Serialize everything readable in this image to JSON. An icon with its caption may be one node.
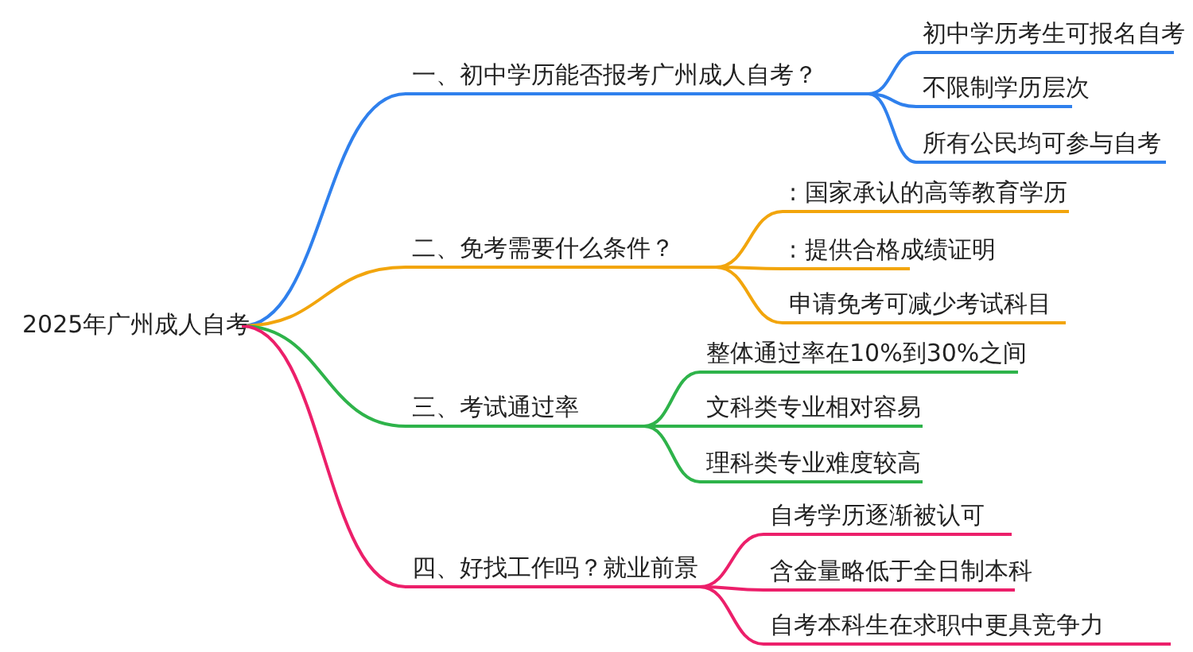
{
  "diagram": {
    "nodes": [
      {
        "text": [
          "2025年广州成人自考"
        ]
      },
      {
        "text": [
          "一、初中学历能否报考广州成人自考？"
        ]
      },
      {
        "text": [
          "初中学历考生可报名自考"
        ]
      },
      {
        "text": [
          "不限制学历层次"
        ]
      },
      {
        "text": [
          "所有公民均可参与自考"
        ]
      },
      {
        "text": [
          "二、免考需要什么条件？"
        ]
      },
      {
        "text": [
          ": 国家承认的高等教育学历"
        ]
      },
      {
        "text": [
          ": 提供合格成绩证明"
        ]
      },
      {
        "text": [
          "申请免考可减少考试科目"
        ]
      },
      {
        "text": [
          "三、考试通过率"
        ]
      },
      {
        "text": [
          "整体通过率在10%到30%之间"
        ]
      },
      {
        "text": [
          "文科类专业相对容易"
        ]
      },
      {
        "text": [
          "理科类专业难度较高"
        ]
      },
      {
        "text": [
          "四、好找工作吗？就业前景"
        ]
      },
      {
        "text": [
          "自考学历逐渐被认可"
        ]
      },
      {
        "text": [
          "含金量略低于全日制本科"
        ]
      },
      {
        "text": [
          "自考本科生在求职中更具竞争力"
        ]
      }
    ],
    "edges": [
      {
        "from": 0,
        "to": 1,
        "arrow": "none",
        "color": "#2f80ed"
      },
      {
        "from": 1,
        "to": 2,
        "arrow": "none",
        "color": "#2f80ed"
      },
      {
        "from": 1,
        "to": 3,
        "arrow": "none",
        "color": "#2f80ed"
      },
      {
        "from": 1,
        "to": 4,
        "arrow": "none",
        "color": "#2f80ed"
      },
      {
        "from": 0,
        "to": 5,
        "arrow": "none",
        "color": "#f2a50c"
      },
      {
        "from": 5,
        "to": 6,
        "arrow": "none",
        "color": "#f2a50c"
      },
      {
        "from": 5,
        "to": 7,
        "arrow": "none",
        "color": "#f2a50c"
      },
      {
        "from": 5,
        "to": 8,
        "arrow": "none",
        "color": "#f2a50c"
      },
      {
        "from": 0,
        "to": 9,
        "arrow": "none",
        "color": "#2eb34a"
      },
      {
        "from": 9,
        "to": 10,
        "arrow": "none",
        "color": "#2eb34a"
      },
      {
        "from": 9,
        "to": 11,
        "arrow": "none",
        "color": "#2eb34a"
      },
      {
        "from": 9,
        "to": 12,
        "arrow": "none",
        "color": "#2eb34a"
      },
      {
        "from": 0,
        "to": 13,
        "arrow": "none",
        "color": "#ec1f6a"
      },
      {
        "from": 13,
        "to": 14,
        "arrow": "none",
        "color": "#ec1f6a"
      },
      {
        "from": 13,
        "to": 15,
        "arrow": "none",
        "color": "#ec1f6a"
      },
      {
        "from": 13,
        "to": 16,
        "arrow": "none",
        "color": "#ec1f6a"
      }
    ]
  }
}
